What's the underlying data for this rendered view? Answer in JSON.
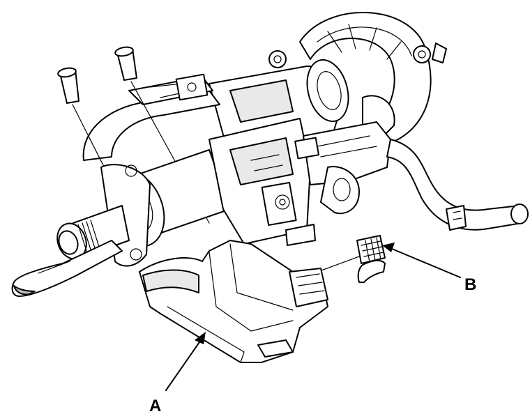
{
  "diagram": {
    "callouts": [
      {
        "id": "A",
        "label": "A"
      },
      {
        "id": "B",
        "label": "B"
      }
    ]
  }
}
